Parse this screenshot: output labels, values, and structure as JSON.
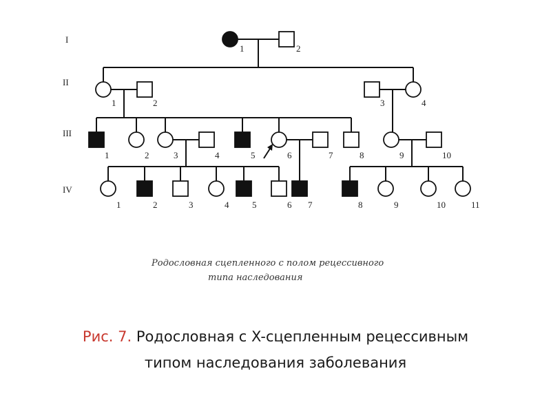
{
  "generations": [
    "I",
    "II",
    "III",
    "IV"
  ],
  "individuals": {
    "I": [
      {
        "n": "1",
        "sex": "female",
        "affected": true
      },
      {
        "n": "2",
        "sex": "male",
        "affected": false
      }
    ],
    "II": [
      {
        "n": "1",
        "sex": "female",
        "affected": false
      },
      {
        "n": "2",
        "sex": "male",
        "affected": false
      },
      {
        "n": "3",
        "sex": "male",
        "affected": false
      },
      {
        "n": "4",
        "sex": "female",
        "affected": false
      }
    ],
    "III": [
      {
        "n": "1",
        "sex": "male",
        "affected": true
      },
      {
        "n": "2",
        "sex": "female",
        "affected": false
      },
      {
        "n": "3",
        "sex": "female",
        "affected": false
      },
      {
        "n": "4",
        "sex": "male",
        "affected": false
      },
      {
        "n": "5",
        "sex": "male",
        "affected": true
      },
      {
        "n": "6",
        "sex": "female",
        "affected": false,
        "proband": true
      },
      {
        "n": "7",
        "sex": "male",
        "affected": false
      },
      {
        "n": "8",
        "sex": "male",
        "affected": false
      },
      {
        "n": "9",
        "sex": "female",
        "affected": false
      },
      {
        "n": "10",
        "sex": "male",
        "affected": false
      }
    ],
    "IV": [
      {
        "n": "1",
        "sex": "female",
        "affected": false
      },
      {
        "n": "2",
        "sex": "male",
        "affected": true
      },
      {
        "n": "3",
        "sex": "male",
        "affected": false
      },
      {
        "n": "4",
        "sex": "female",
        "affected": false
      },
      {
        "n": "5",
        "sex": "male",
        "affected": true
      },
      {
        "n": "6",
        "sex": "male",
        "affected": false
      },
      {
        "n": "7",
        "sex": "male",
        "affected": true
      },
      {
        "n": "8",
        "sex": "male",
        "affected": true
      },
      {
        "n": "9",
        "sex": "female",
        "affected": false
      },
      {
        "n": "10",
        "sex": "female",
        "affected": false
      },
      {
        "n": "11",
        "sex": "female",
        "affected": false
      }
    ]
  },
  "caption_italic": {
    "line1": "Родословная сцепленного с полом рецессивного",
    "line2": "типа наследования"
  },
  "figure_caption": {
    "label": "Рис. 7.",
    "text": " Родословная с X-сцепленным рецессивным типом наследования заболевания"
  },
  "colors": {
    "ink": "#111111",
    "figure_label": "#c8382e",
    "caption_text": "#1a1a1a"
  }
}
